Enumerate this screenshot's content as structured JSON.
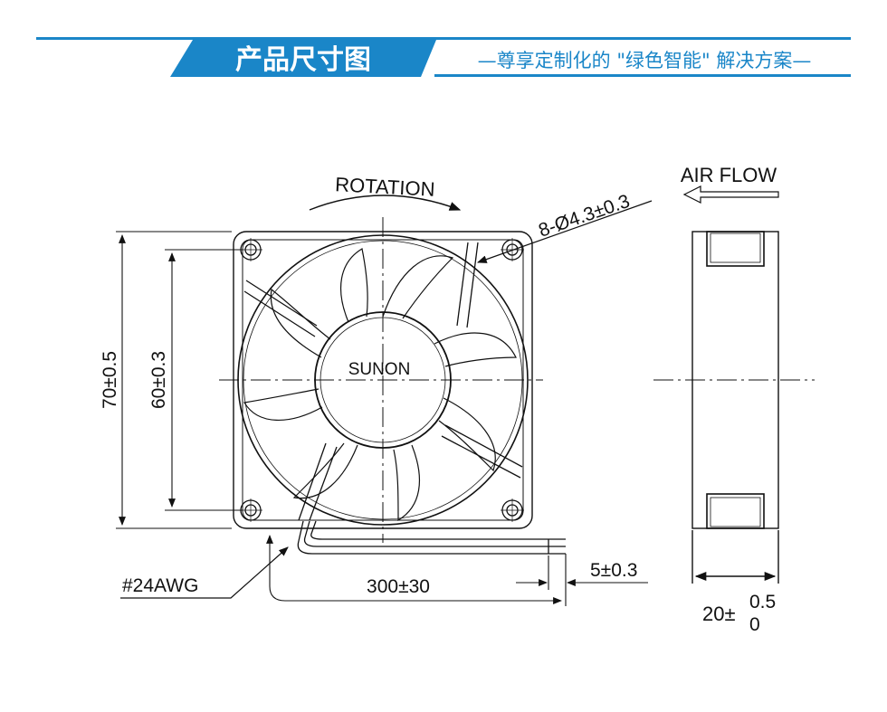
{
  "header": {
    "title": "产品尺寸图",
    "subtitle": "—尊享定制化的 \"绿色智能\" 解决方案—",
    "accent_color": "#1a86c8"
  },
  "diagram": {
    "rotation_label": "ROTATION",
    "airflow_label": "AIR FLOW",
    "hole_spec": "8-Ø4.3±0.3",
    "brand": "SUNON",
    "dim_outer": "70±0.5",
    "dim_hole_pitch": "60±0.3",
    "wire_gauge": "#24AWG",
    "lead_length": "300±30",
    "strip_length": "5±0.3",
    "thickness_base": "20±",
    "thickness_upper_tol": "0.5",
    "thickness_lower_tol": "0"
  }
}
